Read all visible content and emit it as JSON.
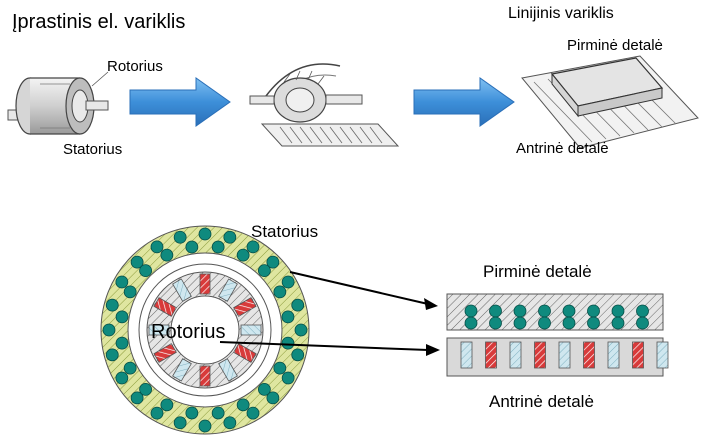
{
  "top": {
    "conventional_title": "Įprastinis el. variklis",
    "rotor_label": "Rotorius",
    "stator_label": "Statorius",
    "linear_title": "Linijinis  variklis",
    "primary_label": "Pirminė  detalė",
    "secondary_label": "Antrinė  detalė"
  },
  "bottom": {
    "stator_label": "Statorius",
    "rotor_label": "Rotorius",
    "primary_label": "Pirminė  detalė",
    "secondary_label": "Antrinė  detalė"
  },
  "colors": {
    "arrow_blue": "#3d8fd9",
    "stator_ring": "#dfe6a0",
    "coil_teal": "#0f8a7e",
    "rotor_red": "#d83a3a",
    "rotor_lightblue": "#cfe7ef",
    "core_gray": "#d9d9d9"
  }
}
